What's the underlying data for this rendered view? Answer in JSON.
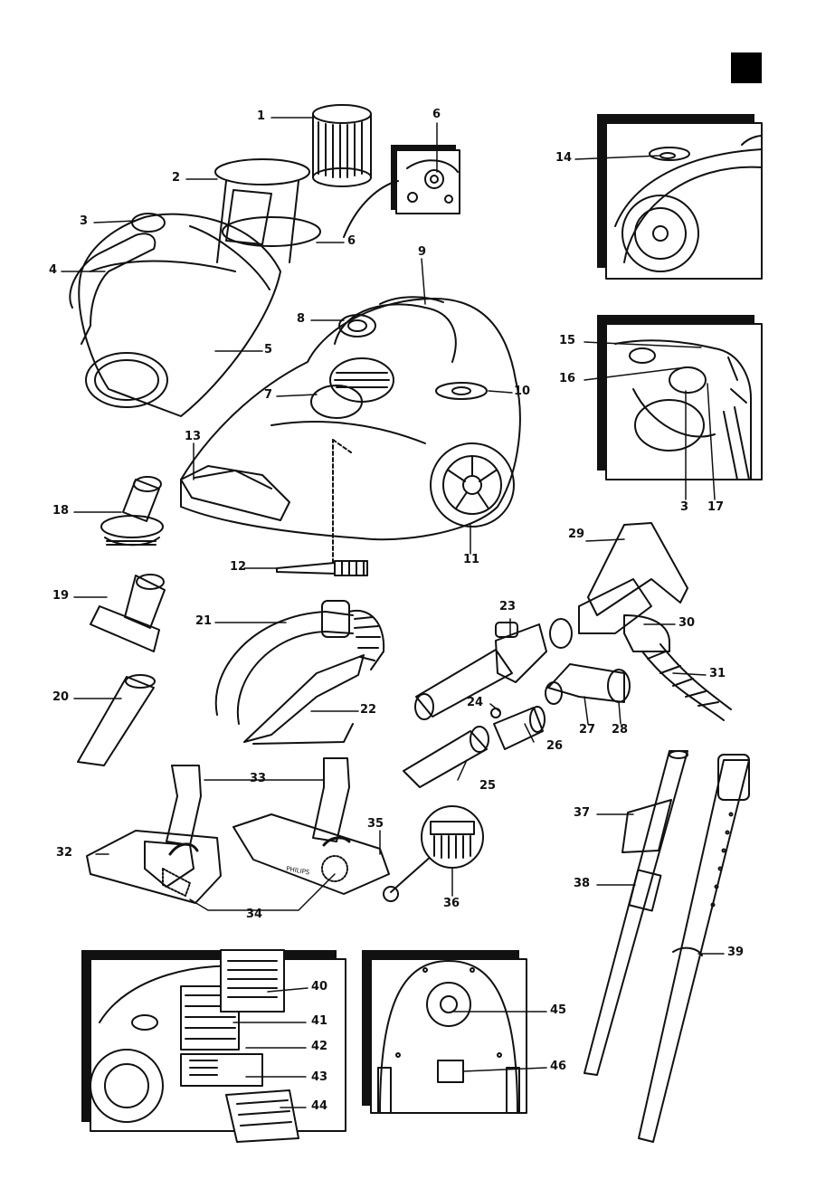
{
  "callouts": {
    "c1": "1",
    "c2": "2",
    "c3": "3",
    "c3b": "3",
    "c4": "4",
    "c5": "5",
    "c6a": "6",
    "c6b": "6",
    "c7": "7",
    "c8": "8",
    "c9": "9",
    "c10": "10",
    "c11": "11",
    "c12": "12",
    "c13": "13",
    "c14": "14",
    "c15": "15",
    "c16": "16",
    "c17": "17",
    "c18": "18",
    "c19": "19",
    "c20": "20",
    "c21": "21",
    "c22": "22",
    "c23": "23",
    "c24": "24",
    "c25": "25",
    "c26": "26",
    "c27": "27",
    "c28": "28",
    "c29": "29",
    "c30": "30",
    "c31": "31",
    "c32": "32",
    "c33": "33",
    "c34": "34",
    "c35": "35",
    "c36": "36",
    "c37": "37",
    "c38": "38",
    "c39": "39",
    "c40": "40",
    "c41": "41",
    "c42": "42",
    "c43": "43",
    "c44": "44",
    "c45": "45",
    "c46": "46"
  },
  "nozzle_brand": "PHILIPS",
  "colors": {
    "line": "#111111",
    "fill": "#ffffff",
    "light": "#e8e8e8",
    "corner": "#000000"
  }
}
